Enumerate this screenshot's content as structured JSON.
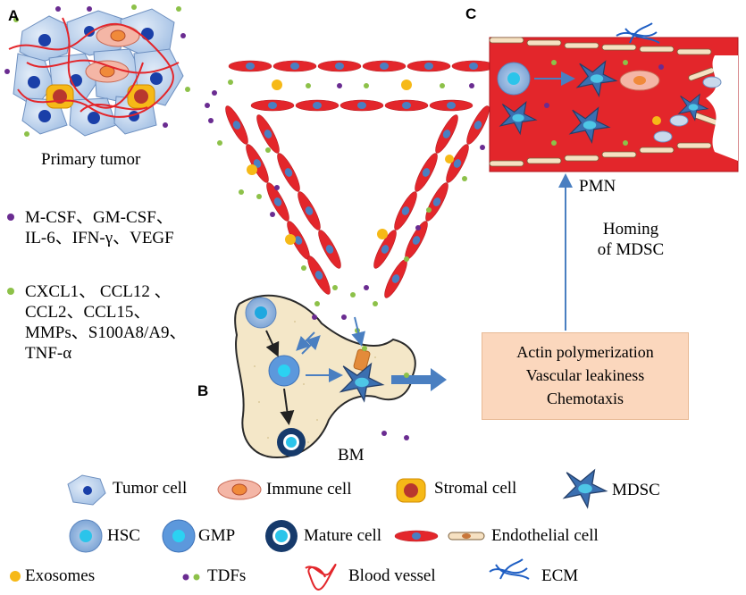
{
  "panel_labels": {
    "a": "A",
    "b": "B",
    "c": "C"
  },
  "primary_tumor_label": "Primary tumor",
  "pmn_label": "PMN",
  "bm_label": "BM",
  "homing_label": [
    "Homing",
    "of MDSC"
  ],
  "factor_groups": {
    "purple": {
      "color": "#6a2c91",
      "lines": [
        "M-CSF、GM-CSF、",
        "IL-6、IFN-γ、VEGF"
      ]
    },
    "green": {
      "color": "#8dc149",
      "lines": [
        "CXCL1、 CCL12 、",
        "CCL2、CCL15、",
        "MMPs、S100A8/A9、",
        "TNF-α"
      ]
    }
  },
  "process_box": {
    "lines": [
      "Actin polymerization",
      "Vascular leakiness",
      "Chemotaxis"
    ],
    "fill": "#fbd7bd"
  },
  "legend": [
    {
      "icon": "tumor-cell-icon",
      "label": "Tumor cell"
    },
    {
      "icon": "immune-cell-icon",
      "label": "Immune  cell"
    },
    {
      "icon": "stromal-cell-icon",
      "label": "Stromal  cell"
    },
    {
      "icon": "mdsc-icon",
      "label": "MDSC"
    },
    {
      "icon": "hsc-icon",
      "label": "HSC"
    },
    {
      "icon": "gmp-icon",
      "label": "GMP"
    },
    {
      "icon": "mature-cell-icon",
      "label": "Mature cell"
    },
    {
      "icon": "endothelial-cell-icon",
      "label": "Endothelial cell"
    },
    {
      "icon": "exosome-icon",
      "label": "Exosomes"
    },
    {
      "icon": "tdf-icon",
      "label": "TDFs"
    },
    {
      "icon": "blood-vessel-icon",
      "label": "Blood vessel"
    },
    {
      "icon": "ecm-icon",
      "label": "ECM"
    }
  ],
  "colors": {
    "vessel_red": "#e3262b",
    "endothelial_blue": "#4a7fc1",
    "exosome_yellow": "#f6b917",
    "tdf_purple": "#6a2c91",
    "tdf_green": "#8dc149",
    "bone_marrow_fill": "#f4e7c8",
    "arrow_blue": "#4a7fc1",
    "ecm_blue": "#1f5fc4"
  }
}
